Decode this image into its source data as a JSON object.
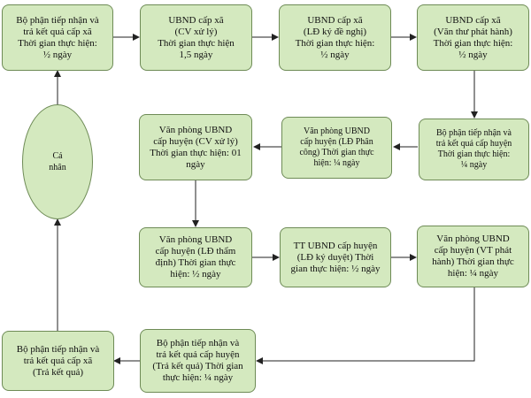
{
  "diagram": {
    "start": {
      "lines": [
        "Cá",
        "nhân"
      ]
    },
    "boxes": {
      "b1": [
        "Bộ phận tiếp nhận và",
        "trả kết quả cấp xã",
        "Thời gian thực hiện:",
        "½ ngày"
      ],
      "b2": [
        "UBND cấp xã",
        "(CV xử lý)",
        "Thời gian thực hiện",
        "1,5 ngày"
      ],
      "b3": [
        "UBND cấp xã",
        "(LĐ ký đề nghị)",
        "Thời gian thực hiện:",
        "½ ngày"
      ],
      "b4": [
        "UBND cấp xã",
        "(Văn thư phát hành)",
        "Thời gian thực hiện:",
        "½ ngày"
      ],
      "b5": [
        "Bộ phận tiếp nhận và",
        "trả kết quả cấp huyện",
        "Thời gian thực hiện:",
        "¼ ngày"
      ],
      "b6": [
        "Văn phòng UBND",
        "cấp huyện (LĐ Phân",
        "công) Thời gian thực",
        "hiện: ¼ ngày"
      ],
      "b7": [
        "Văn phòng UBND",
        "cấp huyện (CV xử lý)",
        "Thời gian thực hiện: 01",
        "ngày"
      ],
      "b8": [
        "Văn phòng UBND",
        "cấp huyện (LĐ thẩm",
        "định) Thời gian thực",
        "hiện: ½ ngày"
      ],
      "b9": [
        "TT UBND cấp huyện",
        "(LĐ ký duyệt) Thời",
        "gian thực hiện: ½ ngày"
      ],
      "b10": [
        "Văn phòng UBND",
        "cấp huyện (VT phát",
        "hành) Thời gian thực",
        "hiện: ¼ ngày"
      ],
      "b11": [
        "Bộ phận tiếp nhận và",
        "trả kết quả cấp huyện",
        "(Trả kết quả) Thời gian",
        "thực hiện: ¼ ngày"
      ],
      "b12": [
        "Bộ phận tiếp nhận và",
        "trả kết quả cấp xã",
        "(Trả kết quả)"
      ]
    }
  }
}
